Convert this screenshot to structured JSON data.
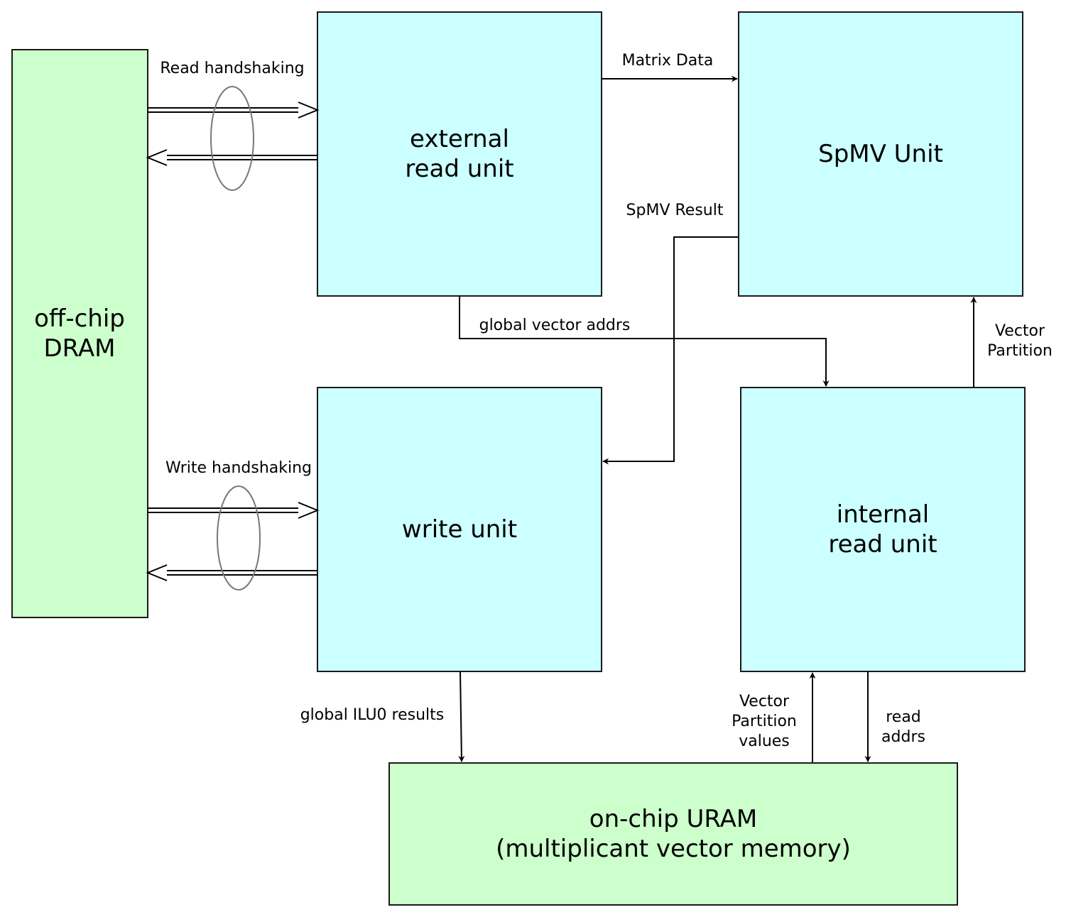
{
  "colors": {
    "memory_fill": "#ccffcc",
    "unit_fill": "#ccffff",
    "stroke": "#1a1a1a",
    "bundle_ellipse": "#777777"
  },
  "blocks": {
    "dram": [
      "off-chip",
      "DRAM"
    ],
    "ext_read": [
      "external",
      "read unit"
    ],
    "spmv": [
      "SpMV Unit"
    ],
    "write": [
      "write unit"
    ],
    "int_read": [
      "internal",
      "read unit"
    ],
    "uram": [
      "on-chip URAM",
      "(multiplicant vector memory)"
    ]
  },
  "edges": {
    "read_handshaking": [
      "Read handshaking"
    ],
    "write_handshaking": [
      "Write handshaking"
    ],
    "matrix_data": [
      "Matrix Data"
    ],
    "spmv_result": [
      "SpMV Result"
    ],
    "global_vector_addrs": [
      "global vector addrs"
    ],
    "vector_partition": [
      "Vector",
      "Partition"
    ],
    "global_ilu0_results": [
      "global ILU0 results"
    ],
    "vector_partition_values": [
      "Vector",
      "Partition",
      "values"
    ],
    "read_addrs": [
      "read",
      "addrs"
    ]
  }
}
